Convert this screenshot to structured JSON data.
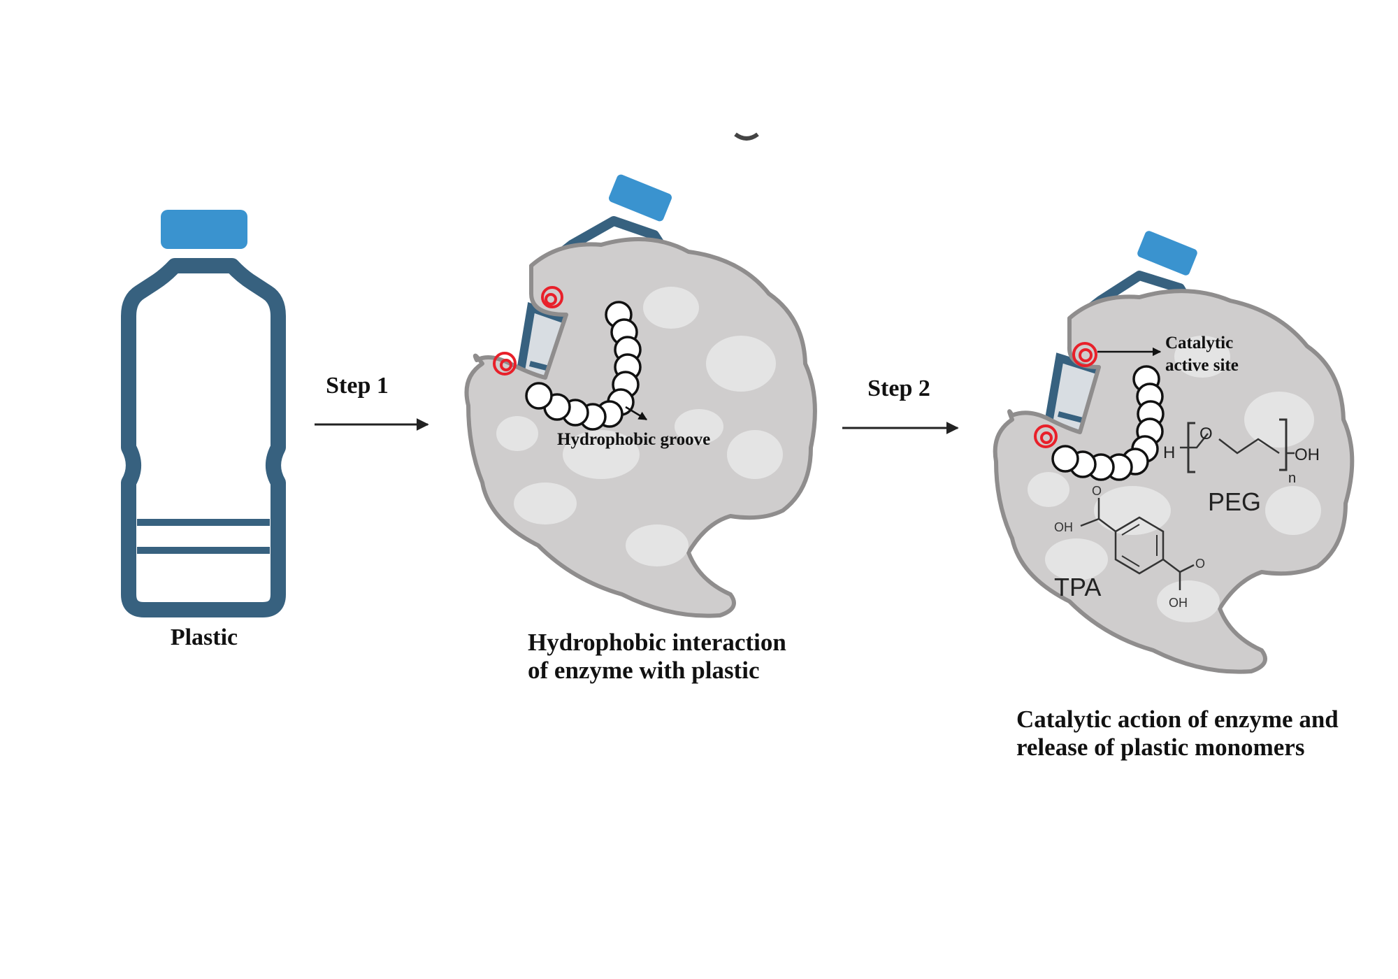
{
  "panels": {
    "plastic": {
      "label": "Plastic"
    },
    "step1": {
      "arrow_label": "Step 1",
      "groove_label": "Hydrophobic groove",
      "caption_line1": "Hydrophobic interaction",
      "caption_line2": "of enzyme with plastic"
    },
    "step2": {
      "arrow_label": "Step 2",
      "active_site_line1": "Catalytic",
      "active_site_line2": "active site",
      "caption_line1": "Catalytic action of enzyme and",
      "caption_line2": "release of plastic monomers"
    }
  },
  "chemistry": {
    "peg": {
      "name": "PEG",
      "h": "H",
      "o": "O",
      "oh": "OH",
      "n": "n"
    },
    "tpa": {
      "name": "TPA",
      "o_top": "O",
      "oh_top": "OH",
      "o_bottom": "O",
      "oh_bottom": "OH"
    }
  },
  "colors": {
    "bottle_outline": "#37617f",
    "bottle_cap": "#3a93cf",
    "enzyme_fill": "#cfcdcd",
    "enzyme_edge": "#8f8d8d",
    "enzyme_blob": "#e4e4e4",
    "active_site": "#e8202a",
    "arrow": "#222222"
  },
  "icons": {
    "bottle": "plastic-bottle-icon",
    "enzyme": "enzyme-blob-icon",
    "polymer_chain": "bead-chain-icon",
    "active_site": "active-site-scribble-icon"
  }
}
